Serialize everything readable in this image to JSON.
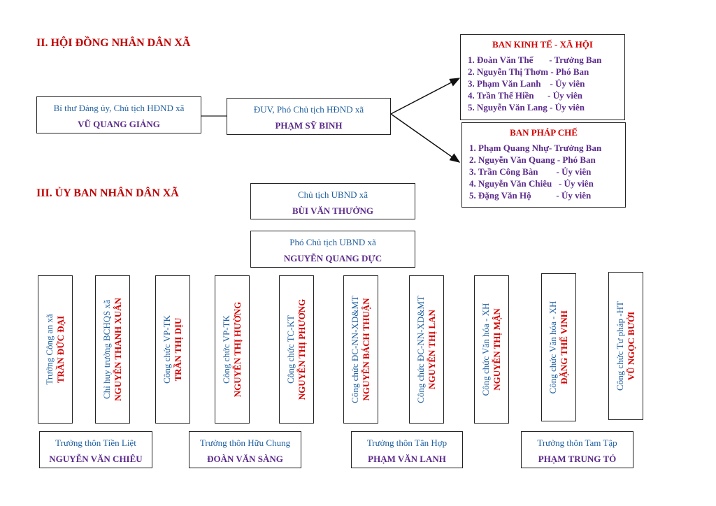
{
  "section_hdnd": {
    "title": "II. HỘI ĐỒNG NHÂN DÂN XÃ"
  },
  "section_ubnd": {
    "title": "III. ỦY BAN NHÂN DÂN XÃ"
  },
  "hdnd_chair": {
    "role": "Bí thư Đảng ủy, Chủ tịch HĐND xã",
    "name": "VŨ QUANG GIẢNG"
  },
  "hdnd_vice": {
    "role": "ĐUV, Phó Chủ tịch HĐND xã",
    "name": "PHẠM SỸ BINH"
  },
  "ban_kinh_te": {
    "title": "BAN KINH TẾ - XÃ HỘI",
    "members": [
      "1. Đoàn Văn Thế       - Trưởng Ban",
      "2. Nguyễn Thị Thơm - Phó Ban",
      "3. Phạm Văn Lanh    - Ủy viên",
      "4. Trần Thế Hiền      - Ủy viên",
      "5. Nguyễn Văn Lang - Ủy viên"
    ]
  },
  "ban_phap_che": {
    "title": "BAN PHÁP CHẾ",
    "members": [
      "1. Phạm Quang Nhự- Trưởng Ban",
      "2. Nguyễn Văn Quang - Phó Ban",
      "3. Trần Công Bàn        - Ủy viên",
      "4. Nguyễn Văn Chiêu   - Ủy viên",
      "5. Đặng Văn Hộ           - Ủy viên"
    ]
  },
  "ubnd_chair": {
    "role": "Chủ tịch UBND xã",
    "name": "BÙI VĂN THƯỞNG"
  },
  "ubnd_vice": {
    "role": "Phó Chủ tịch UBND xã",
    "name": "NGUYỄN QUANG DỰC"
  },
  "officers": [
    {
      "role": "Trưởng Công an xã",
      "name": "TRẦN ĐỨC ĐẠI"
    },
    {
      "role": "Chỉ huy trưởng BCHQS xã",
      "name": "NGUYỄN THANH XUÂN"
    },
    {
      "role": "Công chức VP-TK",
      "name": "TRẦN THỊ DỊU"
    },
    {
      "role": "Công chức VP-TK",
      "name": "NGUYỄN THỊ HƯỜNG"
    },
    {
      "role": "Công chức TC-KT",
      "name": "NGUYỄN THỊ PHƯƠNG"
    },
    {
      "role": "Công chức ĐC-NN-XD&MT",
      "name": "NGUYỄN BÁCH THUẬN"
    },
    {
      "role": "Công chức ĐC-NN-XD&MT",
      "name": "NGUYỄN THỊ LAN"
    },
    {
      "role": "Công chức Văn hóa - XH",
      "name": "NGUYỄN THỊ MẬN"
    },
    {
      "role": "Công chức Văn hóa - XH",
      "name": "ĐẶNG THẾ VINH"
    },
    {
      "role": "Công chức Tư pháp -HT",
      "name": "VŨ NGỌC BƯỞI"
    }
  ],
  "village_heads": [
    {
      "role": "Trưởng thôn Tiền Liệt",
      "name": "NGUYỄN VĂN CHIÊU"
    },
    {
      "role": "Trưởng thôn Hữu Chung",
      "name": "ĐOÀN VĂN SÀNG"
    },
    {
      "role": "Trưởng thôn Tân Hợp",
      "name": "PHẠM VĂN LANH"
    },
    {
      "role": "Trưởng thôn Tam Tập",
      "name": "PHẠM TRUNG TỎ"
    }
  ]
}
